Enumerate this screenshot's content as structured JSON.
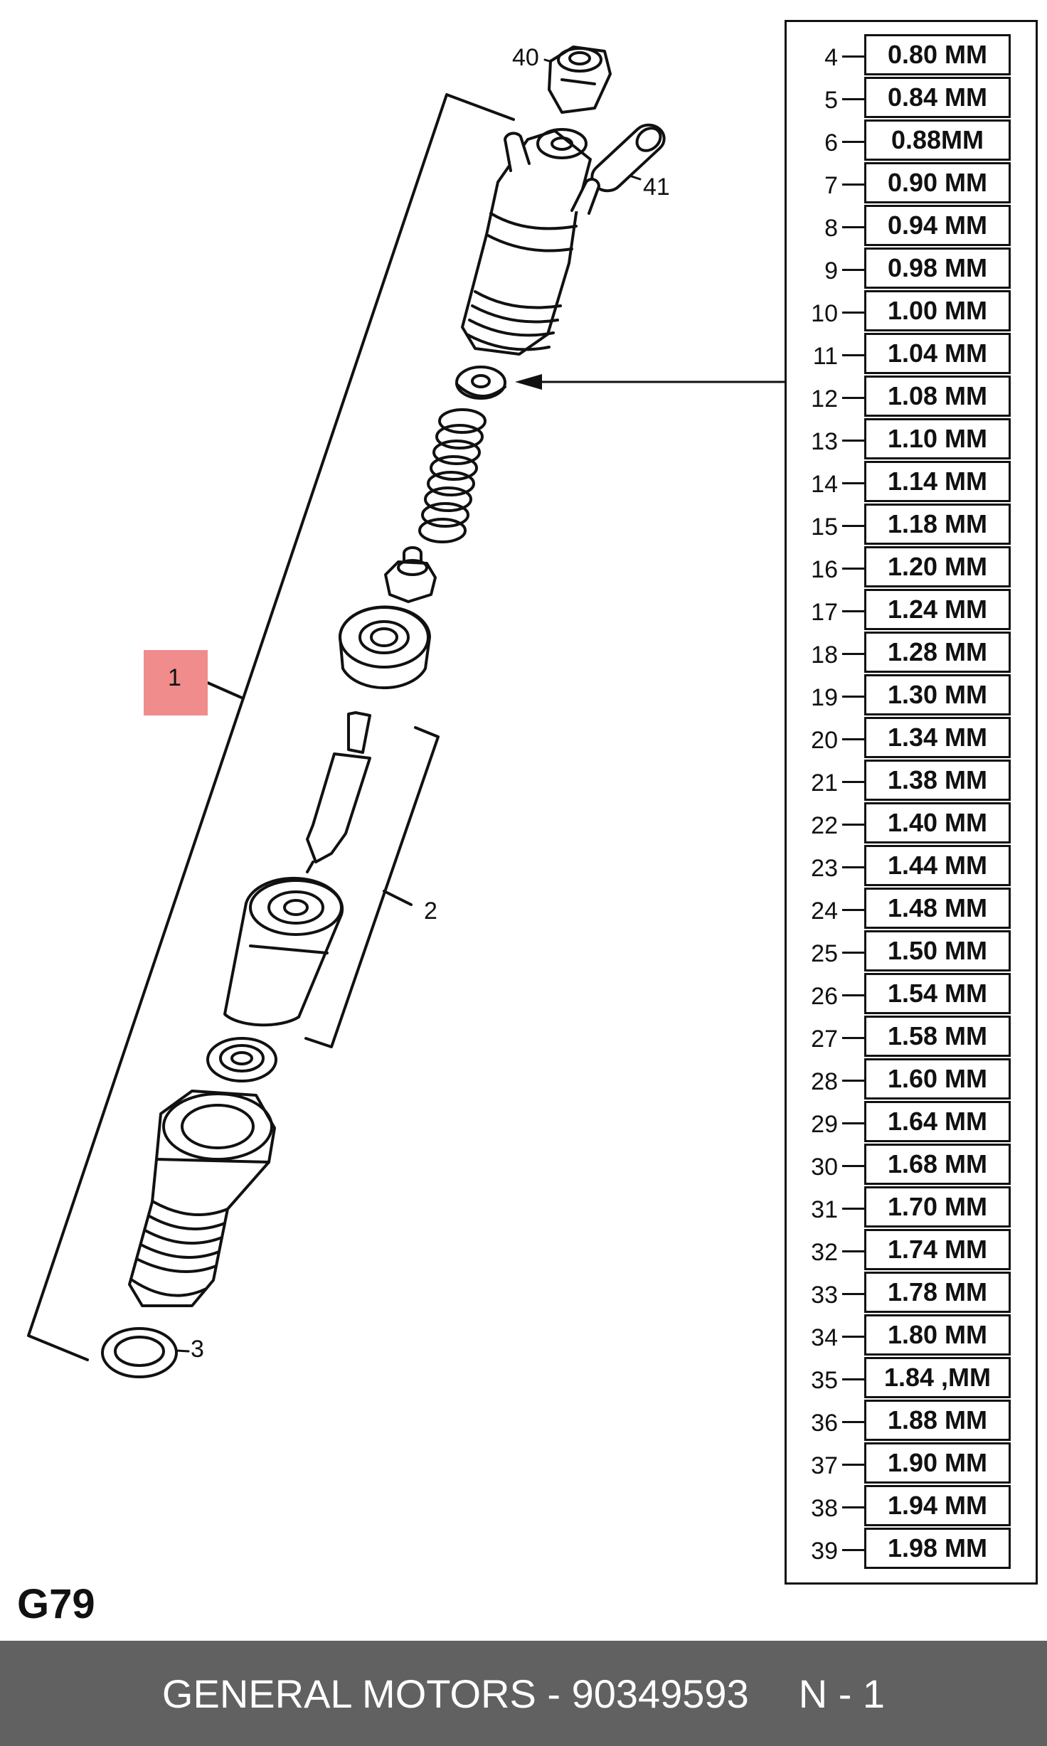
{
  "callouts": {
    "c1": "1",
    "c2": "2",
    "c3": "3",
    "c40": "40",
    "c41": "41"
  },
  "sizes": [
    {
      "num": "4",
      "size": "0.80 MM"
    },
    {
      "num": "5",
      "size": "0.84 MM"
    },
    {
      "num": "6",
      "size": "0.88MM"
    },
    {
      "num": "7",
      "size": "0.90 MM"
    },
    {
      "num": "8",
      "size": "0.94 MM"
    },
    {
      "num": "9",
      "size": "0.98 MM"
    },
    {
      "num": "10",
      "size": "1.00 MM"
    },
    {
      "num": "11",
      "size": "1.04 MM"
    },
    {
      "num": "12",
      "size": "1.08 MM"
    },
    {
      "num": "13",
      "size": "1.10 MM"
    },
    {
      "num": "14",
      "size": "1.14 MM"
    },
    {
      "num": "15",
      "size": "1.18 MM"
    },
    {
      "num": "16",
      "size": "1.20 MM"
    },
    {
      "num": "17",
      "size": "1.24 MM"
    },
    {
      "num": "18",
      "size": "1.28 MM"
    },
    {
      "num": "19",
      "size": "1.30 MM"
    },
    {
      "num": "20",
      "size": "1.34 MM"
    },
    {
      "num": "21",
      "size": "1.38 MM"
    },
    {
      "num": "22",
      "size": "1.40 MM"
    },
    {
      "num": "23",
      "size": "1.44 MM"
    },
    {
      "num": "24",
      "size": "1.48 MM"
    },
    {
      "num": "25",
      "size": "1.50 MM"
    },
    {
      "num": "26",
      "size": "1.54 MM"
    },
    {
      "num": "27",
      "size": "1.58 MM"
    },
    {
      "num": "28",
      "size": "1.60 MM"
    },
    {
      "num": "29",
      "size": "1.64 MM"
    },
    {
      "num": "30",
      "size": "1.68 MM"
    },
    {
      "num": "31",
      "size": "1.70 MM"
    },
    {
      "num": "32",
      "size": "1.74 MM"
    },
    {
      "num": "33",
      "size": "1.78 MM"
    },
    {
      "num": "34",
      "size": "1.80 MM"
    },
    {
      "num": "35",
      "size": "1.84 ,MM"
    },
    {
      "num": "36",
      "size": "1.88 MM"
    },
    {
      "num": "37",
      "size": "1.90 MM"
    },
    {
      "num": "38",
      "size": "1.94 MM"
    },
    {
      "num": "39",
      "size": "1.98 MM"
    }
  ],
  "diagram_code": "G79",
  "footer": {
    "brand_part": "GENERAL MOTORS - 90349593",
    "page": "N - 1"
  },
  "colors": {
    "footer_bg": "#616161",
    "highlight": "#f08c8c",
    "line": "#111111"
  }
}
